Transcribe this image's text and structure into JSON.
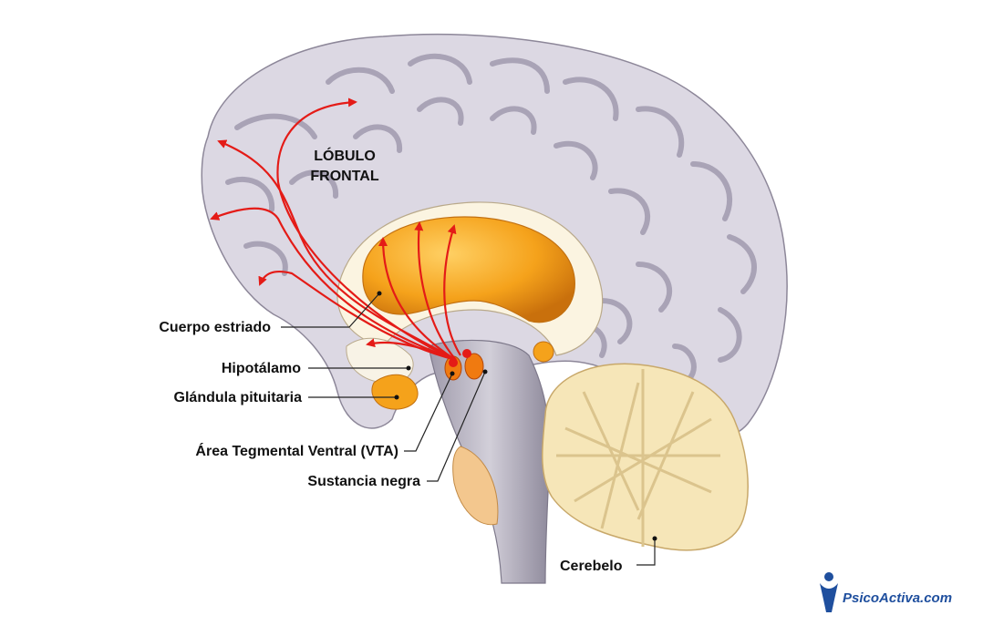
{
  "title": {
    "line1": "LÓBULO",
    "line2": "FRONTAL"
  },
  "labels": {
    "striatum": "Cuerpo estriado",
    "hypothalamus": "Hipotálamo",
    "pituitary": "Glándula pituitaria",
    "vta": "Área Tegmental Ventral (VTA)",
    "substantia_nigra": "Sustancia negra",
    "cerebellum": "Cerebelo"
  },
  "brand": {
    "text": "PsicoActiva.com"
  },
  "colors": {
    "cortex": "#dcd8e3",
    "cortex_dark": "#b3adbf",
    "striatum": "#f5a21b",
    "pathway": "#e41b17",
    "cerebellum": "#f6e6b8",
    "brainstem": "#bdb9c6",
    "brand": "#1f4f9e"
  }
}
